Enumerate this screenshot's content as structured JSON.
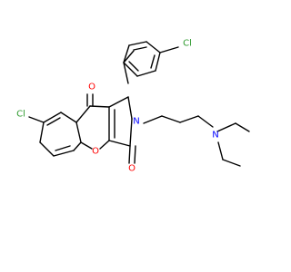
{
  "colors": {
    "background": "#ffffff",
    "bond": "#000000",
    "carbon_label": "#000000",
    "chlorine": "#2e9a2e",
    "oxygen": "#ff0000",
    "nitrogen": "#0000ff"
  },
  "atoms": {
    "cl_aryl": "Cl",
    "cl_chromene": "Cl",
    "o_ketone": "O",
    "o_lactam": "O",
    "o_ring": "O",
    "n_lactam": "N",
    "n_amine": "N"
  }
}
